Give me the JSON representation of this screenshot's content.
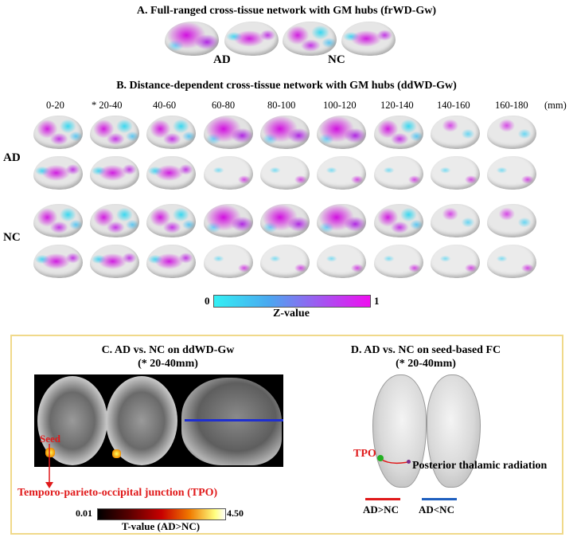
{
  "panel_a": {
    "title": "A. Full-ranged cross-tissue network with GM hubs (frWD-Gw)",
    "groups": [
      "AD",
      "NC"
    ]
  },
  "panel_b": {
    "title": "B. Distance-dependent cross-tissue network with GM hubs (ddWD-Gw)",
    "bins": [
      "0-20",
      "* 20-40",
      "40-60",
      "60-80",
      "80-100",
      "100-120",
      "120-140",
      "140-160",
      "160-180"
    ],
    "unit": "(mm)",
    "rows": [
      "AD",
      "NC"
    ],
    "colorbar": {
      "min": "0",
      "max": "1",
      "label": "Z-value",
      "colors": [
        "#33f0f4",
        "#f00ef0"
      ]
    }
  },
  "panel_c": {
    "title": "C. AD vs. NC on ddWD-Gw",
    "subtitle": "(* 20-40mm)",
    "seed_label": "Seed",
    "region_label": "Temporo-parieto-occipital junction (TPO)",
    "colorbar": {
      "min": "0.01",
      "max": "4.50",
      "label": "T-value (AD>NC)"
    }
  },
  "panel_d": {
    "title": "D. AD vs. NC on seed-based FC",
    "subtitle": "(* 20-40mm)",
    "seed_label": "TPO",
    "tract_label": "Posterior thalamic radiation",
    "legend": [
      {
        "label": "AD>NC",
        "color": "#e0191a"
      },
      {
        "label": "AD<NC",
        "color": "#1f5fbf"
      }
    ]
  }
}
